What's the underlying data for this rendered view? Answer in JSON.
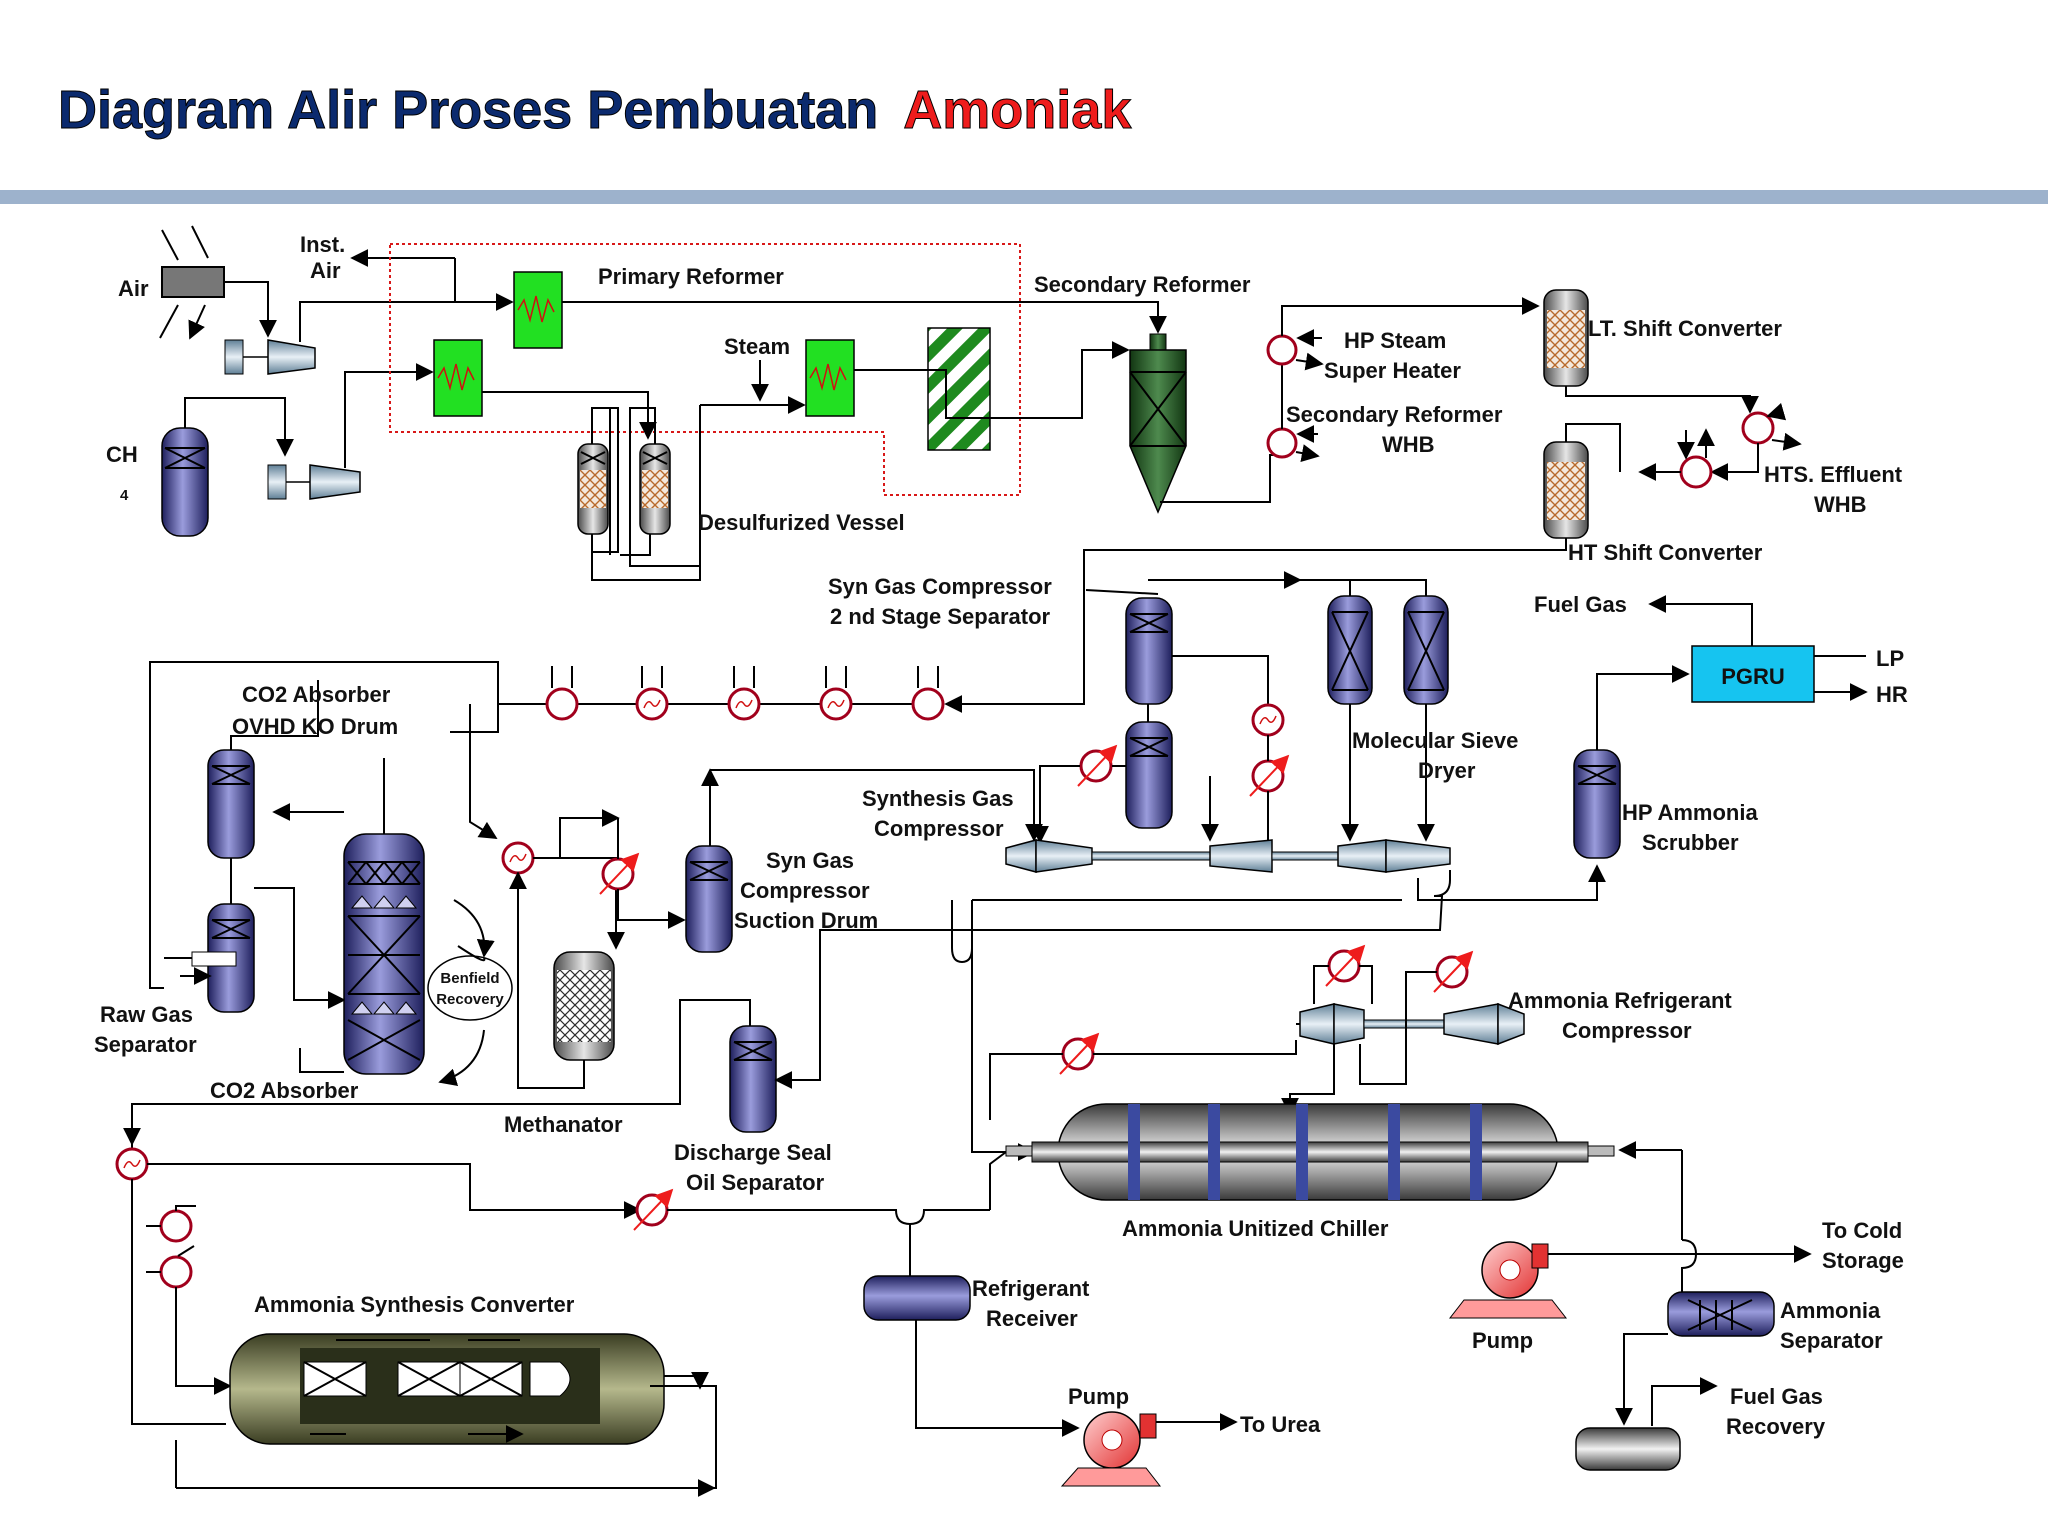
{
  "title": {
    "main": "Diagram Alir Proses Pembuatan",
    "highlight": "Amoniak"
  },
  "colors": {
    "title_blue": "#0b2a6e",
    "title_red": "#ee1c1c",
    "rule": "#9db2cc",
    "vessel": "#5456a8",
    "furnace": "#22e022",
    "pgru": "#16c4f0",
    "reformer": "#2f6a2f",
    "valve_red": "#a1001c"
  },
  "labels": {
    "air": "Air",
    "inst_air_1": "Inst.",
    "inst_air_2": "Air",
    "ch": "CH",
    "ch_sub": "4",
    "primary_reformer": "Primary Reformer",
    "secondary_reformer": "Secondary Reformer",
    "steam": "Steam",
    "desulfurized_vessel": "Desulfurized Vessel",
    "hp_steam_1": "HP Steam",
    "hp_steam_2": "Super Heater",
    "sec_ref_whb_1": "Secondary Reformer",
    "sec_ref_whb_2": "WHB",
    "lt_shift": "LT. Shift Converter",
    "hts_whb_1": "HTS. Effluent",
    "hts_whb_2": "WHB",
    "ht_shift": "HT Shift Converter",
    "fuel_gas": "Fuel Gas",
    "pgru": "PGRU",
    "lp": "LP",
    "hr": "HR",
    "syn_sep_1": "Syn Gas Compressor",
    "syn_sep_2": "2 nd Stage Separator",
    "co2_ko_1": "CO2 Absorber",
    "co2_ko_2": "OVHD KO Drum",
    "mol_sieve_1": "Molecular Sieve",
    "mol_sieve_2": "Dryer",
    "syn_comp_1": "Synthesis Gas",
    "syn_comp_2": "Compressor",
    "hp_scrub_1": "HP Ammonia",
    "hp_scrub_2": "Scrubber",
    "suct_1": "Syn Gas",
    "suct_2": "Compressor",
    "suct_3": "Suction Drum",
    "benfield_1": "Benfield",
    "benfield_2": "Recovery",
    "raw_gas_1": "Raw Gas",
    "raw_gas_2": "Separator",
    "co2_absorber": "CO2 Absorber",
    "methanator": "Methanator",
    "nh3_ref_comp_1": "Ammonia Refrigerant",
    "nh3_ref_comp_2": "Compressor",
    "seal_oil_1": "Discharge Seal",
    "seal_oil_2": "Oil Separator",
    "chiller": "Ammonia Unitized Chiller",
    "cold_1": "To Cold",
    "cold_2": "Storage",
    "synth_converter": "Ammonia Synthesis Converter",
    "ref_recv_1": "Refrigerant",
    "ref_recv_2": "Receiver",
    "pump": "Pump",
    "nh3_sep_1": "Ammonia",
    "nh3_sep_2": "Separator",
    "pump_urea": "Pump",
    "to_urea": "To Urea",
    "fgr_1": "Fuel Gas",
    "fgr_2": "Recovery"
  }
}
